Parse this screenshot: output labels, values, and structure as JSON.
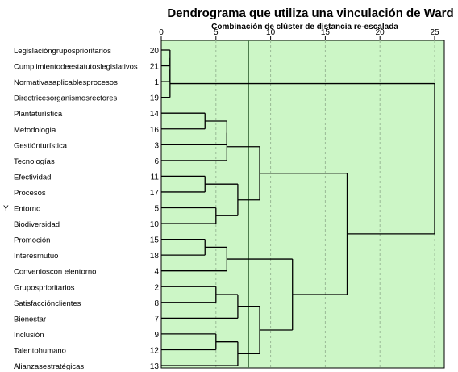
{
  "chart_data": {
    "type": "dendrogram",
    "title": "Dendrograma que utiliza una vinculación de Ward",
    "subtitle": "Combinación de clúster de distancia re-escalada",
    "x_ticks": [
      0,
      5,
      10,
      15,
      20,
      25
    ],
    "xlim": [
      0,
      25
    ],
    "cut_line": 8,
    "background": "#ccf6c6",
    "leaves": [
      {
        "label": "Legislacióngruposprioritarios",
        "id": "20"
      },
      {
        "label": "Cumplimientodeestatutoslegislativos",
        "id": "21"
      },
      {
        "label": "Normativasaplicablesprocesos",
        "id": "1"
      },
      {
        "label": "Directricesorganismosrectores",
        "id": "19"
      },
      {
        "label": "Plantaturística",
        "id": "14"
      },
      {
        "label": "Metodología",
        "id": "16"
      },
      {
        "label": "Gestiónturística",
        "id": "3"
      },
      {
        "label": "Tecnologías",
        "id": "6"
      },
      {
        "label": "Efectividad",
        "id": "11"
      },
      {
        "label": "Procesos",
        "id": "17"
      },
      {
        "label": "Entorno",
        "id": "5"
      },
      {
        "label": "Biodiversidad",
        "id": "10"
      },
      {
        "label": "Promoción",
        "id": "15"
      },
      {
        "label": "Interésmutuo",
        "id": "18"
      },
      {
        "label": "Convenioscon elentorno",
        "id": "4"
      },
      {
        "label": "Gruposprioritarios",
        "id": "2"
      },
      {
        "label": "Satisfacciónclientes",
        "id": "8"
      },
      {
        "label": "Bienestar",
        "id": "7"
      },
      {
        "label": "Inclusión",
        "id": "9"
      },
      {
        "label": "Talentohumano",
        "id": "12"
      },
      {
        "label": "Alianzasestratégicas",
        "id": "13"
      }
    ],
    "merges": [
      {
        "a": "L0",
        "b": "L1",
        "h": 0.8
      },
      {
        "a": "M0",
        "b": "L2",
        "h": 0.8
      },
      {
        "a": "M1",
        "b": "L3",
        "h": 0.8
      },
      {
        "a": "L4",
        "b": "L5",
        "h": 4
      },
      {
        "a": "M3",
        "b": "L6",
        "h": 6
      },
      {
        "a": "M4",
        "b": "L7",
        "h": 6
      },
      {
        "a": "L8",
        "b": "L9",
        "h": 4
      },
      {
        "a": "L10",
        "b": "L11",
        "h": 5
      },
      {
        "a": "M6",
        "b": "M7",
        "h": 7
      },
      {
        "a": "M5",
        "b": "M8",
        "h": 9
      },
      {
        "a": "L12",
        "b": "L13",
        "h": 4
      },
      {
        "a": "M10",
        "b": "L14",
        "h": 6
      },
      {
        "a": "L15",
        "b": "L16",
        "h": 5
      },
      {
        "a": "M12",
        "b": "L17",
        "h": 7
      },
      {
        "a": "L18",
        "b": "L19",
        "h": 5
      },
      {
        "a": "M14",
        "b": "L20",
        "h": 7
      },
      {
        "a": "M13",
        "b": "M15",
        "h": 9
      },
      {
        "a": "M11",
        "b": "M16",
        "h": 12
      },
      {
        "a": "M9",
        "b": "M17",
        "h": 17
      },
      {
        "a": "M2",
        "b": "M18",
        "h": 25
      }
    ],
    "marker": {
      "leaf_index": 10,
      "symbol": "Y"
    }
  }
}
